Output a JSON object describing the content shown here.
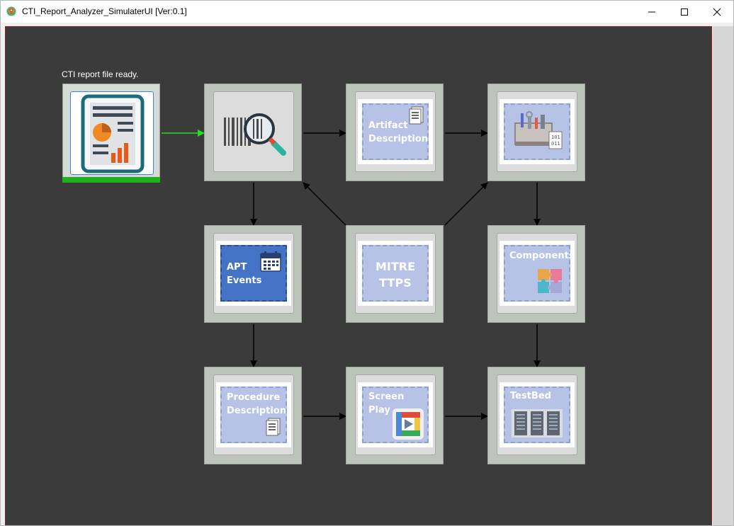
{
  "window": {
    "title": "CTI_Report_Analyzer_SimulaterUI [Ver:0.1]",
    "controls": [
      "minimize",
      "maximize",
      "close"
    ]
  },
  "status": {
    "message": "CTI report file ready.",
    "progress_fraction": 1.0
  },
  "nodes": {
    "report": {
      "icon": "report-document-icon"
    },
    "scanner": {
      "icon": "barcode-magnifier-icon"
    },
    "artifact": {
      "label": "Artifact\nDescription",
      "icon": "document-icon"
    },
    "toolbox": {
      "icon": "toolbox-binary-icon"
    },
    "apt": {
      "label": "APT\nEvents",
      "icon": "calendar-icon"
    },
    "mitre": {
      "label": "MITRE\nTTPS"
    },
    "components": {
      "label": "Components",
      "icon": "puzzle-icon"
    },
    "procedure": {
      "label": "Procedure\nDescription",
      "icon": "document-icon"
    },
    "screenplay": {
      "label": "Screen Play",
      "icon": "play-icon"
    },
    "testbed": {
      "label": "TestBed",
      "icon": "server-rack-icon"
    }
  },
  "colors": {
    "canvas_bg": "#3b3b3b",
    "node_frame": "#bcc4bc",
    "card_inactive": "#b6c3e6",
    "card_active": "#4472c4",
    "progress": "#20b020",
    "active_arrow": "#22e022",
    "client_border": "#a01c1c"
  }
}
